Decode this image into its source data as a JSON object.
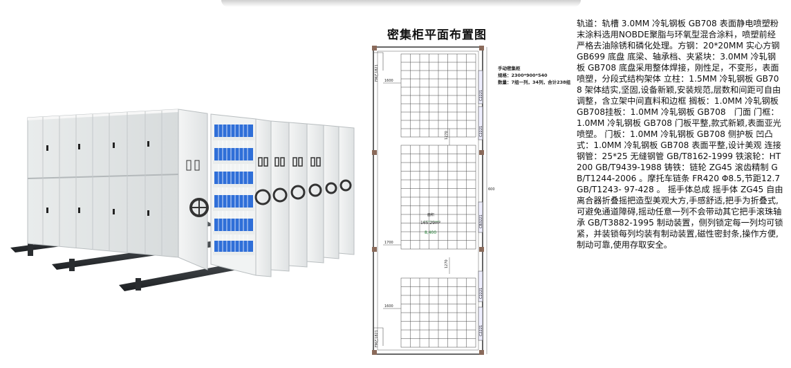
{
  "plan": {
    "title": "密集柜平面布置图",
    "legend": {
      "heading": "手动密集柜",
      "spec": "规格：2300*900*540",
      "qty": "数量：7组一列，34列，合计238组"
    },
    "dims": {
      "d1600_top": "1600",
      "d1600_bottom": "1600",
      "d1700": "1700",
      "d1270_top": "1270",
      "d1270_bottom": "1270",
      "d600": "600",
      "area_label": "面积",
      "area": "165.29m²",
      "width": "8,400"
    },
    "doors": {
      "fm_top": "FM乙1821",
      "fm_bottom": "FM乙1821",
      "c1": "C2221",
      "c2": "C2221",
      "c3": "C2221",
      "c4": "C2221",
      "cb": "CB3221"
    }
  },
  "description": "轨道：轨槽 3.0MM 冷轧钢板 GB708 表面静电喷塑粉末涂料选用NOBDE聚脂与环氧型混合涂料，喷塑前经严格去油除锈和磷化处理。方钢：20*20MM 实心方钢 GB699 底盘 底梁、轴承档、夹紧块：3.0MM 冷轧钢板 GB708 底盘采用整体焊接，刚性足，不变形，表面喷塑，分段式结构架体 立柱：1.5MM 冷轧钢板 GB708 架体结实,坚固,设备新颖,安装规范,层数和间距可自由调整，含立架中间直料和边框 搁板：1.0MM 冷轧钢板 GB708挂板：1.0MM 冷轧钢板 GB708　门面 门框：1.0MM 冷轧钢板 GB708 门板平整,款式新颖,表面亚光喷塑。 门板：1.0MM 冷轧钢板 GB708 侧护板 凹凸式：1.0MM 冷轧钢板 GB708 表面平整,设计美观 连接钢管：25*25 无缝钢管 GB/T8162-1999 铁滚轮：HT200 GB/T9439-1988 铸铁：链轮 ZG45 滚齿精制 GB/T1244-2006 。摩托车链条 FR420 Φ8.5,节距12.7 GB/T1243- 97-428 。 摇手体总成 摇手体 ZG45 自由离合器折叠摇把造型美观大方,手感舒适,把手为折叠式,可避免通道障碍,摇动任意一列不会带动其它把手滚珠轴承 GB/T3882-1995 制动装置，侧列锁定每一列均可锁紧，并装锁每列均装有制动装置,磁性密封条,操作方便,制动可靠,使用存取安全。"
}
